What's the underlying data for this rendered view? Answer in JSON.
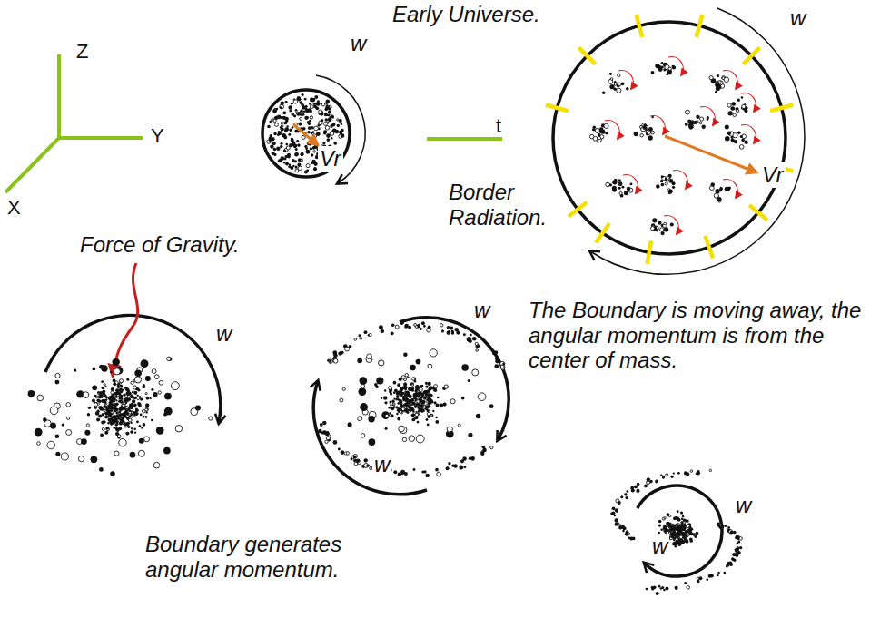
{
  "diagram": {
    "nodes": [
      {
        "text": [
          "Vr"
        ]
      },
      {
        "text": [
          "Early Universe.",
          "Vr"
        ]
      }
    ],
    "labels": [
      "Z",
      "Y",
      "X",
      "w",
      "t",
      "w",
      "Border Radiation.",
      "Force of Gravity.",
      "w",
      "w",
      "The Boundary is moving away, the angular momentum is from the center of mass.",
      "w",
      "Boundary generates angular momentum.",
      "w",
      "w"
    ]
  }
}
